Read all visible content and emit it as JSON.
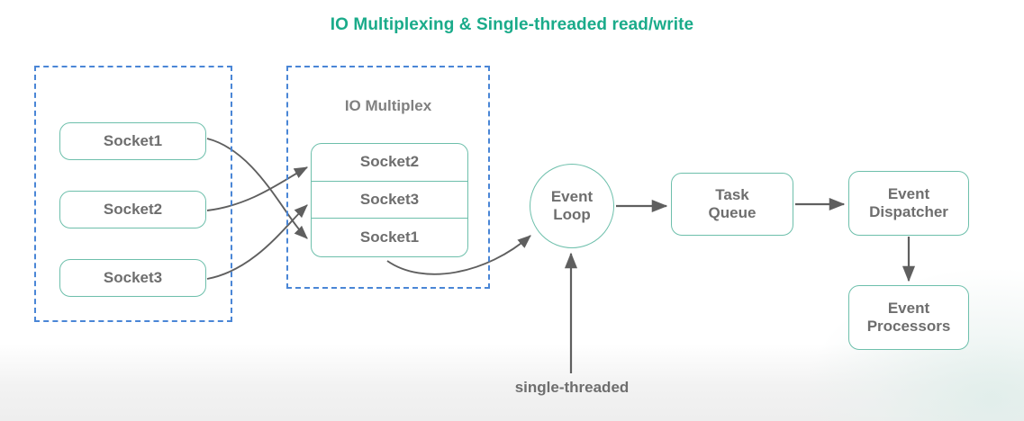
{
  "title": "IO Multiplexing & Single-threaded read/write",
  "colors": {
    "title_teal": "#1aab8a",
    "node_border_teal": "#6dbfab",
    "group_dashed_blue": "#4a86d6",
    "text_gray": "#6e6e6e",
    "arrow_gray": "#5f5f5f",
    "background": "#ffffff"
  },
  "groups": {
    "clients": {
      "label": ""
    },
    "multiplex": {
      "label": "IO Multiplex"
    }
  },
  "client_sockets": [
    {
      "label": "Socket1"
    },
    {
      "label": "Socket2"
    },
    {
      "label": "Socket3"
    }
  ],
  "multiplex_stack": [
    {
      "label": "Socket2"
    },
    {
      "label": "Socket3"
    },
    {
      "label": "Socket1"
    }
  ],
  "pipeline": {
    "event_loop": {
      "line1": "Event",
      "line2": "Loop"
    },
    "task_queue": {
      "line1": "Task",
      "line2": "Queue"
    },
    "event_dispatcher": {
      "line1": "Event",
      "line2": "Dispatcher"
    },
    "event_processors": {
      "line1": "Event",
      "line2": "Processors"
    }
  },
  "caption": "single-threaded",
  "edges": [
    {
      "from": "Socket1",
      "to": "Socket1 (multiplex slot 3)",
      "style": "curved-arrow"
    },
    {
      "from": "Socket2",
      "to": "Socket2 (multiplex slot 1)",
      "style": "curved-arrow"
    },
    {
      "from": "Socket3",
      "to": "Socket3 (multiplex slot 2)",
      "style": "curved-arrow"
    },
    {
      "from": "IO Multiplex stack",
      "to": "Event Loop",
      "style": "curved-arrow"
    },
    {
      "from": "Event Loop",
      "to": "Task Queue",
      "style": "straight-arrow"
    },
    {
      "from": "Task Queue",
      "to": "Event Dispatcher",
      "style": "straight-arrow"
    },
    {
      "from": "Event Dispatcher",
      "to": "Event Processors",
      "style": "straight-arrow"
    },
    {
      "from": "single-threaded",
      "to": "Event Loop",
      "style": "straight-arrow-up"
    }
  ]
}
